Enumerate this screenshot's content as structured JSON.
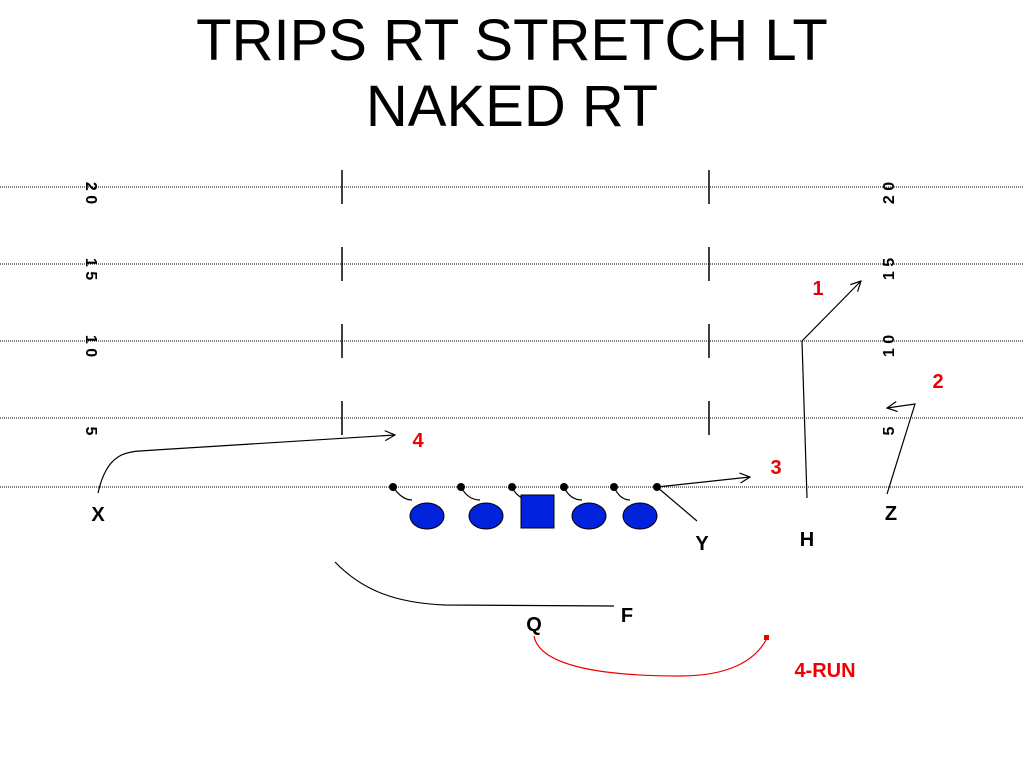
{
  "play": {
    "title_line1": "TRIPS RT STRETCH LT",
    "title_line2": "NAKED RT"
  },
  "field": {
    "yard_numbers": [
      "2 0",
      "1 5",
      "1 0",
      "5"
    ]
  },
  "players": {
    "x": "X",
    "z": "Z",
    "y": "Y",
    "h": "H",
    "f": "F",
    "q": "Q"
  },
  "route_numbers": {
    "r1": "1",
    "r2": "2",
    "r3": "3",
    "r4": "4"
  },
  "run_label": "4-RUN",
  "colors": {
    "lineman": "#0022dd",
    "highlight": "#ee0000",
    "line": "#000000"
  }
}
